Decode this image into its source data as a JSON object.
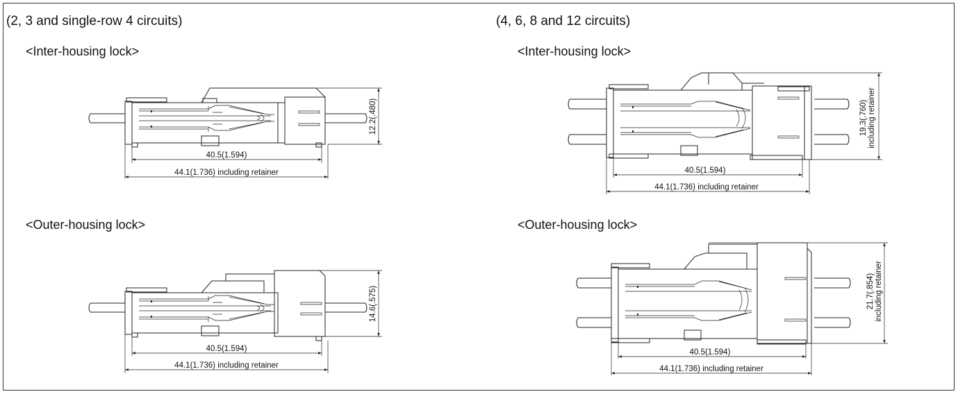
{
  "left": {
    "heading": "(2, 3 and single-row 4 circuits)",
    "inter": {
      "label": "<Inter-housing lock>",
      "dim_inner": "40.5(1.594)",
      "dim_outer": "44.1(1.736) including retainer",
      "dim_height": "12.2(.480)"
    },
    "outer": {
      "label": "<Outer-housing lock>",
      "dim_inner": "40.5(1.594)",
      "dim_outer": "44.1(1.736) including retainer",
      "dim_height": "14.6(.575)"
    }
  },
  "right": {
    "heading": "(4, 6, 8  and 12 circuits)",
    "inter": {
      "label": "<Inter-housing lock>",
      "dim_inner": "40.5(1.594)",
      "dim_outer": "44.1(1.736) including retainer",
      "dim_height_1": "19.3(.760)",
      "dim_height_2": "including retainer"
    },
    "outer": {
      "label": "<Outer-housing lock>",
      "dim_inner": "40.5(1.594)",
      "dim_outer": "44.1(1.736) including retainer",
      "dim_height_1": "21.7(.854)",
      "dim_height_2": "including retainer"
    }
  }
}
